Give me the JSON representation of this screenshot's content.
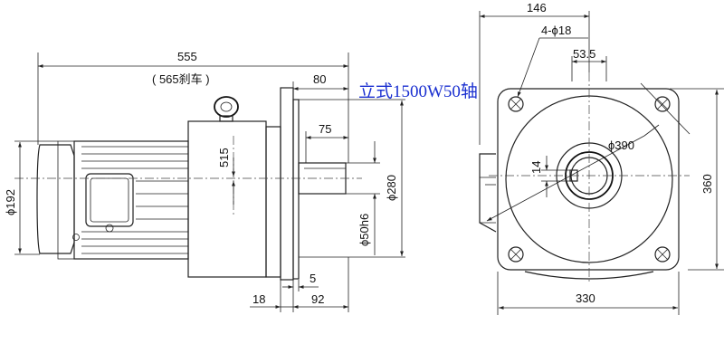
{
  "side_view": {
    "length_label": "555",
    "brake_length_label": "( 565刹车 )",
    "flange_offset_label": "80",
    "shaft_length_label": "75",
    "height_label": "515",
    "motor_diameter_label": "ϕ192",
    "flange_diameter_label": "ϕ280",
    "shaft_fit_label": "ϕ50h6",
    "flange_thickness_label": "5",
    "spigot_label": "18",
    "rear_length_label": "92"
  },
  "end_view": {
    "width_top_label": "146",
    "holes_label": "4-ϕ18",
    "offset_label": "53.5",
    "pcd_label": "ϕ390",
    "key_width_label": "14",
    "height_label": "360",
    "width_bottom_label": "330"
  },
  "annotation": {
    "note": "立式1500W50轴",
    "color": "#1a2fd0"
  }
}
